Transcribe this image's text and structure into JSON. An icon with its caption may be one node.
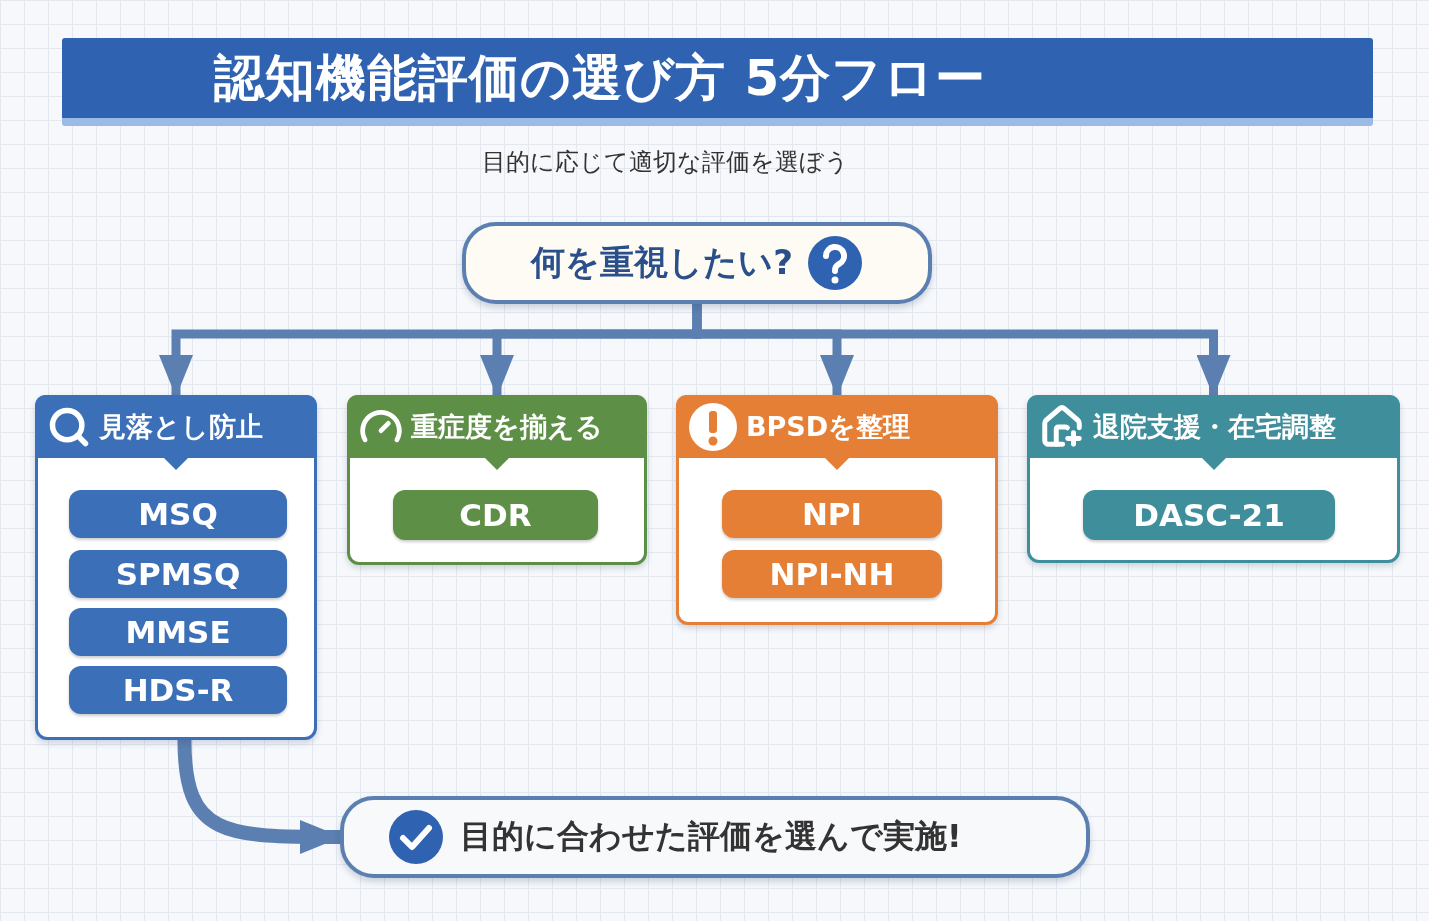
{
  "diagram": {
    "title": "認知機能評価の選び方 5分フロー",
    "nodes": [
      {
        "text": [
          "何を重視したい?"
        ]
      },
      {
        "text": [
          "見落とし防止"
        ]
      },
      {
        "text": [
          "MSQ"
        ],
        "in": 1
      },
      {
        "text": [
          "SPMSQ"
        ],
        "in": 1
      },
      {
        "text": [
          "MMSE"
        ],
        "in": 1
      },
      {
        "text": [
          "HDS-R"
        ],
        "in": 1
      },
      {
        "text": [
          "重症度を揃える"
        ]
      },
      {
        "text": [
          "CDR"
        ],
        "in": 6
      },
      {
        "text": [
          "BPSDを整理"
        ]
      },
      {
        "text": [
          "NPI"
        ],
        "in": 8
      },
      {
        "text": [
          "NPI-NH"
        ],
        "in": 8
      },
      {
        "text": [
          "退院支援・在宅調整"
        ]
      },
      {
        "text": [
          "DASC-21"
        ],
        "in": 11
      },
      {
        "text": [
          "目的に合わせた評価を選んで実施!"
        ]
      }
    ],
    "edges": [
      {
        "from": 0,
        "to": 1,
        "arrow": "to"
      },
      {
        "from": 0,
        "to": 6,
        "arrow": "to"
      },
      {
        "from": 0,
        "to": 8,
        "arrow": "to"
      },
      {
        "from": 0,
        "to": 11,
        "arrow": "to"
      },
      {
        "from": 1,
        "to": 13,
        "arrow": "to"
      }
    ],
    "labels": [
      "目的に応じて適切な評価を選ぼう"
    ]
  }
}
